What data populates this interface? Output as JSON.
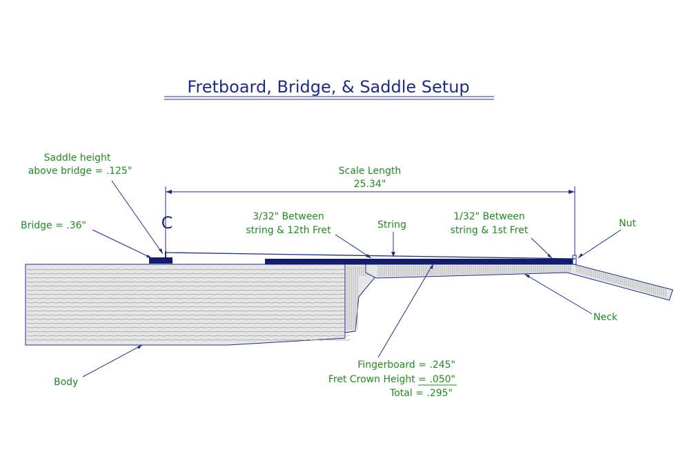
{
  "title": "Fretboard, Bridge, & Saddle Setup",
  "colors": {
    "ink": "#1c2a8c",
    "label": "#1f8a1f",
    "wood": "#e6e6e6",
    "grain": "#9a9a9a"
  },
  "labels": {
    "saddle_height_1": "Saddle height",
    "saddle_height_2": "above bridge = .125\"",
    "scale_length_1": "Scale Length",
    "scale_length_2": "25.34\"",
    "compensation": "C",
    "bridge": "Bridge = .36\"",
    "between_12th_1": "3/32\" Between",
    "between_12th_2": "string & 12th Fret",
    "string": "String",
    "between_1st_1": "1/32\" Between",
    "between_1st_2": "string & 1st Fret",
    "nut": "Nut",
    "neck": "Neck",
    "body": "Body",
    "fingerboard": "Fingerboard = .245\"",
    "fret_crown_prefix": "Fret Crown Height = ",
    "fret_crown_value": ".050",
    "fret_crown_suffix": "\"",
    "total": "Total = .295\""
  }
}
